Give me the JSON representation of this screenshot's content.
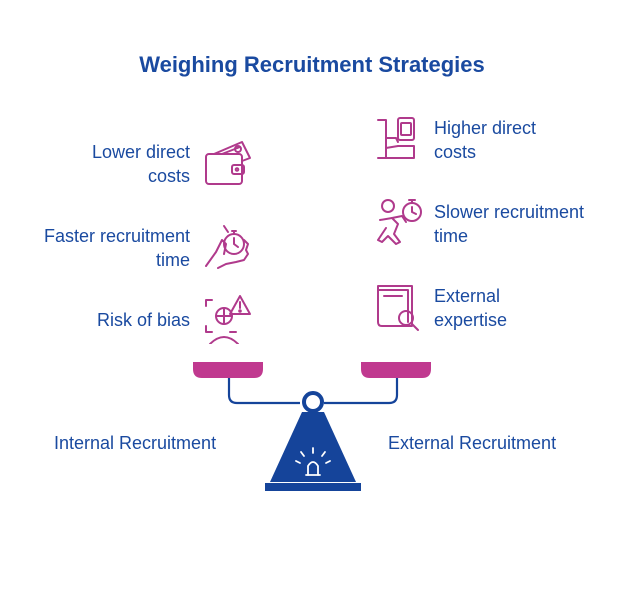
{
  "title": "Weighing Recruitment Strategies",
  "left": {
    "name": "Internal Recruitment",
    "items": [
      {
        "label": "Lower direct costs",
        "icon": "wallet-money-icon"
      },
      {
        "label": "Faster recruitment time",
        "icon": "hand-stopwatch-icon"
      },
      {
        "label": "Risk of bias",
        "icon": "bias-warning-icon"
      }
    ]
  },
  "right": {
    "name": "External Recruitment",
    "items": [
      {
        "label": "Higher direct costs",
        "icon": "hand-money-icon"
      },
      {
        "label": "Slower recruitment time",
        "icon": "running-stopwatch-icon"
      },
      {
        "label": "External expertise",
        "icon": "book-search-icon"
      }
    ]
  },
  "colors": {
    "title": "#1a4aa0",
    "text": "#1a4aa0",
    "icon": "#b03a8c",
    "pan": "#c0398f",
    "base": "#15449a"
  }
}
